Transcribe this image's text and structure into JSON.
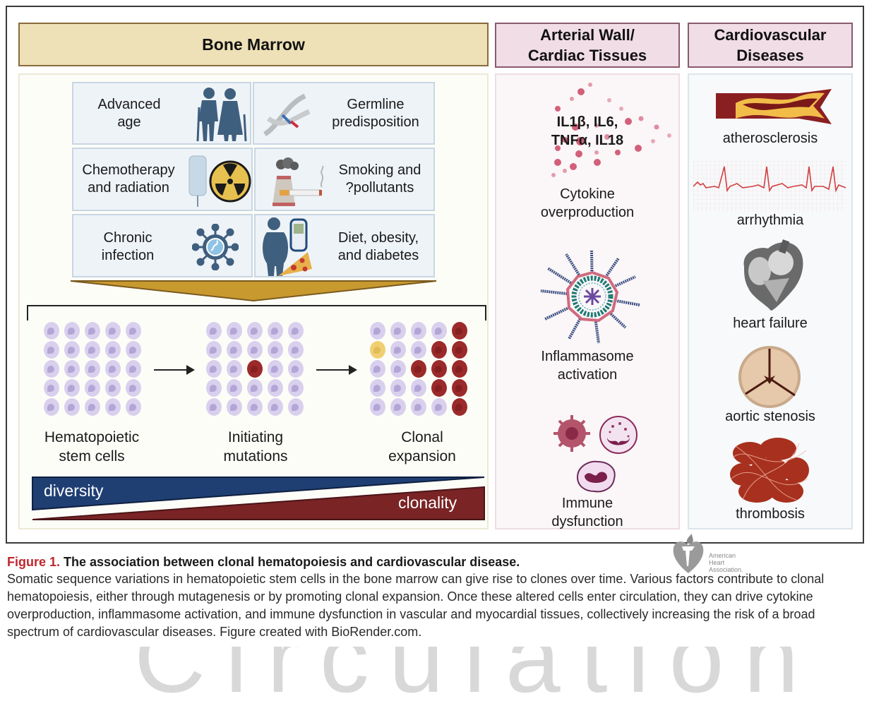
{
  "figure": {
    "columns": {
      "bone_marrow": {
        "title": "Bone Marrow"
      },
      "arterial_wall": {
        "title": "Arterial Wall/\nCardiac Tissues"
      },
      "cardiovascular": {
        "title": "Cardiovascular\nDiseases"
      }
    },
    "risk_factors": [
      {
        "label": "Advanced\nage",
        "icon": "elderly-couple-icon"
      },
      {
        "label": "Germline\npredisposition",
        "icon": "dna-icon"
      },
      {
        "label": "Chemotherapy\nand radiation",
        "icon": "iv-bag-radiation-icon"
      },
      {
        "label": "Smoking and\n?pollutants",
        "icon": "factory-cigarette-icon"
      },
      {
        "label": "Chronic\ninfection",
        "icon": "virus-icon"
      },
      {
        "label": "Diet, obesity,\nand diabetes",
        "icon": "obesity-glucometer-pizza-icon"
      }
    ],
    "stages": [
      {
        "label": "Hematopoietic\nstem cells",
        "mutated_cells": [],
        "yellow_cells": []
      },
      {
        "label": "Initiating\nmutations",
        "mutated_cells": [
          [
            2,
            2
          ]
        ],
        "yellow_cells": []
      },
      {
        "label": "Clonal\nexpansion",
        "mutated_cells": [
          [
            0,
            4
          ],
          [
            1,
            3
          ],
          [
            1,
            4
          ],
          [
            2,
            2
          ],
          [
            2,
            3
          ],
          [
            2,
            4
          ],
          [
            3,
            3
          ],
          [
            3,
            4
          ],
          [
            4,
            4
          ]
        ],
        "yellow_cells": [
          [
            1,
            0
          ]
        ]
      }
    ],
    "gradient": {
      "diversity": "diversity",
      "clonality": "clonality"
    },
    "mechanisms": {
      "cytokines": "IL1β, IL6,\nTNFα, IL18",
      "cytokine_label": "Cytokine\noverproduction",
      "inflammasome_label": "Inflammasome\nactivation",
      "immune_label": "Immune\ndysfunction"
    },
    "diseases": [
      {
        "label": "atherosclerosis",
        "icon": "artery-plaque-icon"
      },
      {
        "label": "arrhythmia",
        "icon": "ecg-icon"
      },
      {
        "label": "heart failure",
        "icon": "heart-icon"
      },
      {
        "label": "aortic stenosis",
        "icon": "aortic-valve-icon"
      },
      {
        "label": "thrombosis",
        "icon": "blood-clot-icon"
      }
    ],
    "colors": {
      "bone_marrow_header": "#eee1b7",
      "tissue_header": "#f1dde6",
      "normal_cell": "#d9d0ee",
      "mutated_cell": "#9b2a2a",
      "diversity": "#1f3f73",
      "clonality": "#7a2426",
      "caption_red": "#c0262d"
    }
  },
  "caption": {
    "figure_label": "Figure 1.",
    "title": "The association between clonal hematopoiesis and cardiovascular disease.",
    "body": "Somatic sequence variations in hematopoietic stem cells in the bone marrow can give rise to clones over time. Various factors contribute to clonal hematopoiesis, either through mutagenesis or by promoting clonal expansion. Once these altered cells enter circulation, they can drive cytokine overproduction, inflammasome activation, and immune dysfunction in vascular and myocardial tissues, collectively increasing the risk of a broad spectrum of cardiovascular diseases. Figure created with BioRender.com."
  },
  "logo": {
    "text": "American\nHeart\nAssociation."
  },
  "watermark": "Circulation"
}
